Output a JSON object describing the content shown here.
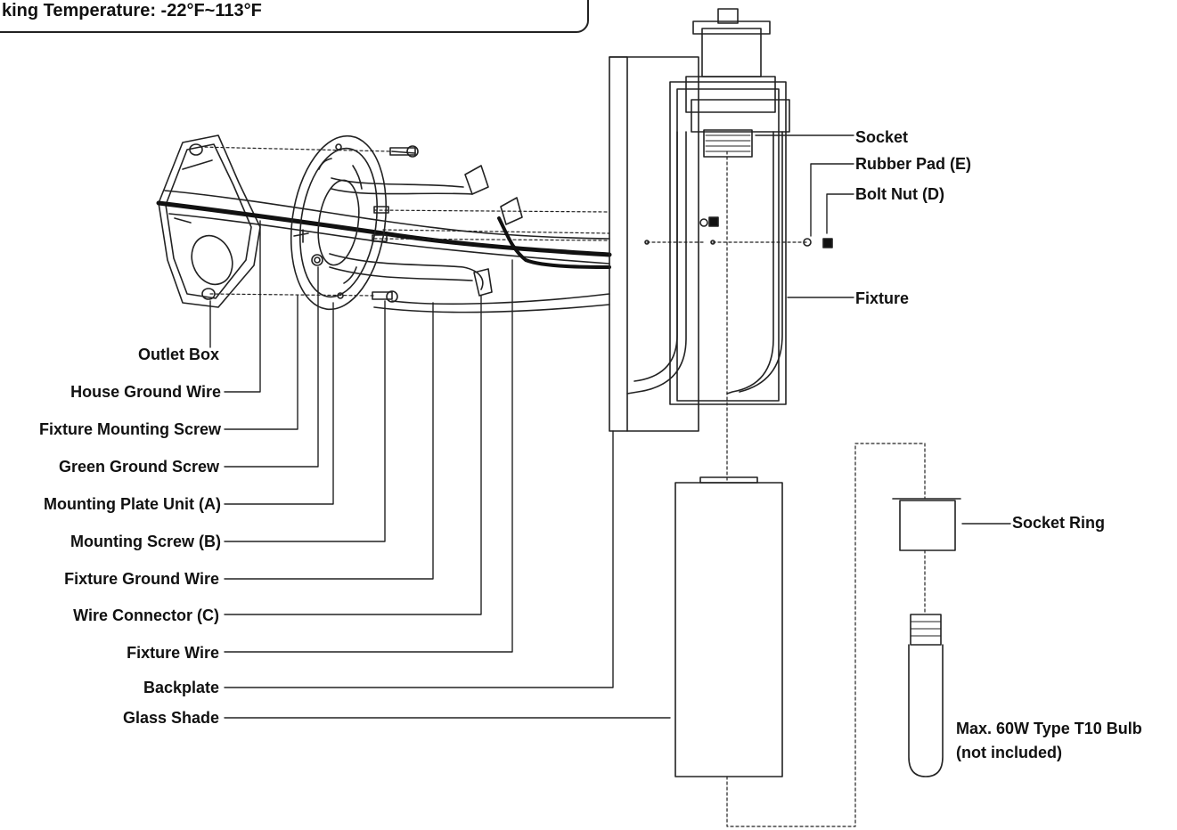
{
  "note": {
    "temperature": "king Temperature: -22°F~113°F"
  },
  "left_labels": [
    {
      "id": "outlet-box",
      "text": "Outlet Box"
    },
    {
      "id": "house-ground-wire",
      "text": "House Ground Wire"
    },
    {
      "id": "fixture-mounting-screw",
      "text": "Fixture Mounting Screw"
    },
    {
      "id": "green-ground-screw",
      "text": "Green Ground Screw"
    },
    {
      "id": "mounting-plate-unit",
      "text": "Mounting Plate Unit (A)"
    },
    {
      "id": "mounting-screw",
      "text": "Mounting Screw (B)"
    },
    {
      "id": "fixture-ground-wire",
      "text": "Fixture Ground Wire"
    },
    {
      "id": "wire-connector",
      "text": "Wire Connector (C)"
    },
    {
      "id": "fixture-wire",
      "text": "Fixture Wire"
    },
    {
      "id": "backplate",
      "text": "Backplate"
    },
    {
      "id": "glass-shade",
      "text": "Glass Shade"
    }
  ],
  "right_labels": [
    {
      "id": "socket",
      "text": "Socket"
    },
    {
      "id": "rubber-pad",
      "text": "Rubber Pad (E)"
    },
    {
      "id": "bolt-nut",
      "text": "Bolt Nut (D)"
    },
    {
      "id": "fixture",
      "text": "Fixture"
    },
    {
      "id": "socket-ring",
      "text": "Socket Ring"
    }
  ],
  "bulb_note": {
    "line1": "Max. 60W Type T10 Bulb",
    "line2": "(not included)"
  }
}
